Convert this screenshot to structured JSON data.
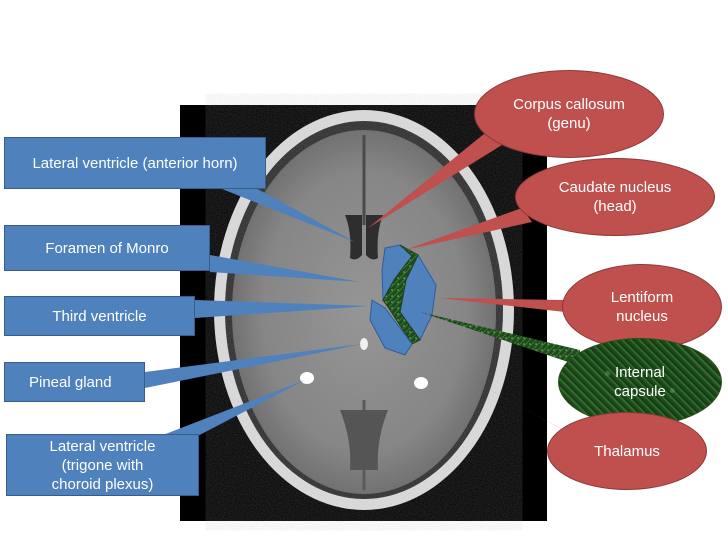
{
  "left_labels": [
    {
      "id": "lateral-ventricle-anterior-horn",
      "lines": [
        "Lateral ventricle (anterior horn)"
      ]
    },
    {
      "id": "foramen-of-monro",
      "lines": [
        "Foramen of Monro"
      ]
    },
    {
      "id": "third-ventricle",
      "lines": [
        "Third ventricle"
      ]
    },
    {
      "id": "pineal-gland",
      "lines": [
        "Pineal gland"
      ]
    },
    {
      "id": "lateral-ventricle-trigone",
      "lines": [
        "Lateral ventricle",
        "(trigone with",
        "choroid plexus)"
      ]
    }
  ],
  "right_labels": [
    {
      "id": "corpus-callosum",
      "lines": [
        "Corpus callosum",
        "(genu)"
      ]
    },
    {
      "id": "caudate-nucleus",
      "lines": [
        "Caudate nucleus",
        "(head)"
      ]
    },
    {
      "id": "lentiform-nucleus",
      "lines": [
        "Lentiform",
        "nucleus"
      ]
    },
    {
      "id": "internal-capsule",
      "lines": [
        "Internal",
        "capsule"
      ]
    },
    {
      "id": "thalamus",
      "lines": [
        "Thalamus"
      ]
    }
  ],
  "colors": {
    "blue_label": "#4f81bd",
    "red_label": "#c0504d",
    "green_label": "#245a22",
    "scan_background": "#000000"
  }
}
